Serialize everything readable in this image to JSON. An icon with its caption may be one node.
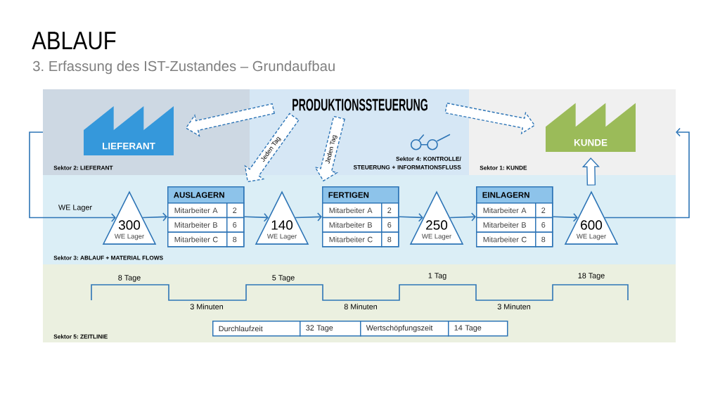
{
  "diagram": {
    "title": "ABLAUF",
    "nodes": [
      {
        "text": [
          "Sektor 2: LIEFERANT"
        ]
      },
      {
        "text": [
          "LIEFERANT"
        ],
        "in": 0
      },
      {
        "text": [
          "Sektor 4: KONTROLLE/ STEUERUNG + INFORMATIONSFLUSS"
        ]
      },
      {
        "text": [
          "PRODUKTIONSSTEUERUNG"
        ],
        "in": 2
      },
      {
        "text": [
          "Sektor 1: KUNDE"
        ]
      },
      {
        "text": [
          "KUNDE"
        ],
        "in": 4
      },
      {
        "text": [
          "Sektor 3: ABLAUF + MATERIAL FLOWS"
        ]
      },
      {
        "text": [
          "300",
          "WE Lager"
        ],
        "in": 6
      },
      {
        "text": [
          "AUSLAGERN",
          "Mitarbeiter A",
          "2",
          "Mitarbeiter B",
          "6",
          "Mitarbeiter C",
          "8"
        ],
        "in": 6
      },
      {
        "text": [
          "140",
          "WE Lager"
        ],
        "in": 6
      },
      {
        "text": [
          "FERTIGEN",
          "Mitarbeiter A",
          "2",
          "Mitarbeiter B",
          "6",
          "Mitarbeiter C",
          "8"
        ],
        "in": 6
      },
      {
        "text": [
          "250",
          "WE Lager"
        ],
        "in": 6
      },
      {
        "text": [
          "EINLAGERN",
          "Mitarbeiter A",
          "2",
          "Mitarbeiter B",
          "6",
          "Mitarbeiter C",
          "8"
        ],
        "in": 6
      },
      {
        "text": [
          "600",
          "WE Lager"
        ],
        "in": 6
      },
      {
        "text": [
          "Sektor 5: ZEITLINIE"
        ]
      }
    ],
    "edges": [
      {
        "from": 0,
        "to": 7,
        "arrow": "to",
        "label": "WE Lager"
      },
      {
        "from": 7,
        "to": 8,
        "arrow": "to"
      },
      {
        "from": 8,
        "to": 9,
        "arrow": "to"
      },
      {
        "from": 9,
        "to": 10,
        "arrow": "to"
      },
      {
        "from": 10,
        "to": 11,
        "arrow": "to"
      },
      {
        "from": 11,
        "to": 12,
        "arrow": "to"
      },
      {
        "from": 12,
        "to": 13,
        "arrow": "to"
      },
      {
        "from": 13,
        "to": 4,
        "arrow": "to"
      },
      {
        "from": 13,
        "to": 5,
        "arrow": "to",
        "style": "thick"
      },
      {
        "from": 3,
        "to": 1,
        "arrow": "to",
        "style": "dashed"
      },
      {
        "from": 3,
        "to": 5,
        "arrow": "to",
        "style": "dashed"
      },
      {
        "from": 3,
        "to": 8,
        "arrow": "to",
        "style": "dashed",
        "label": "Jeden Tag"
      },
      {
        "from": 3,
        "to": 10,
        "arrow": "to",
        "style": "dashed",
        "label": "Jeden Tag"
      }
    ],
    "labels": [
      "3. Erfassung des IST-Zustandes – Grundaufbau",
      "8 Tage",
      "5 Tage",
      "1 Tag",
      "18 Tage",
      "3 Minuten",
      "8 Minuten",
      "3 Minuten",
      "Durchlaufzeit",
      "32 Tage",
      "Wertschöpfungszeit",
      "14 Tage"
    ]
  }
}
